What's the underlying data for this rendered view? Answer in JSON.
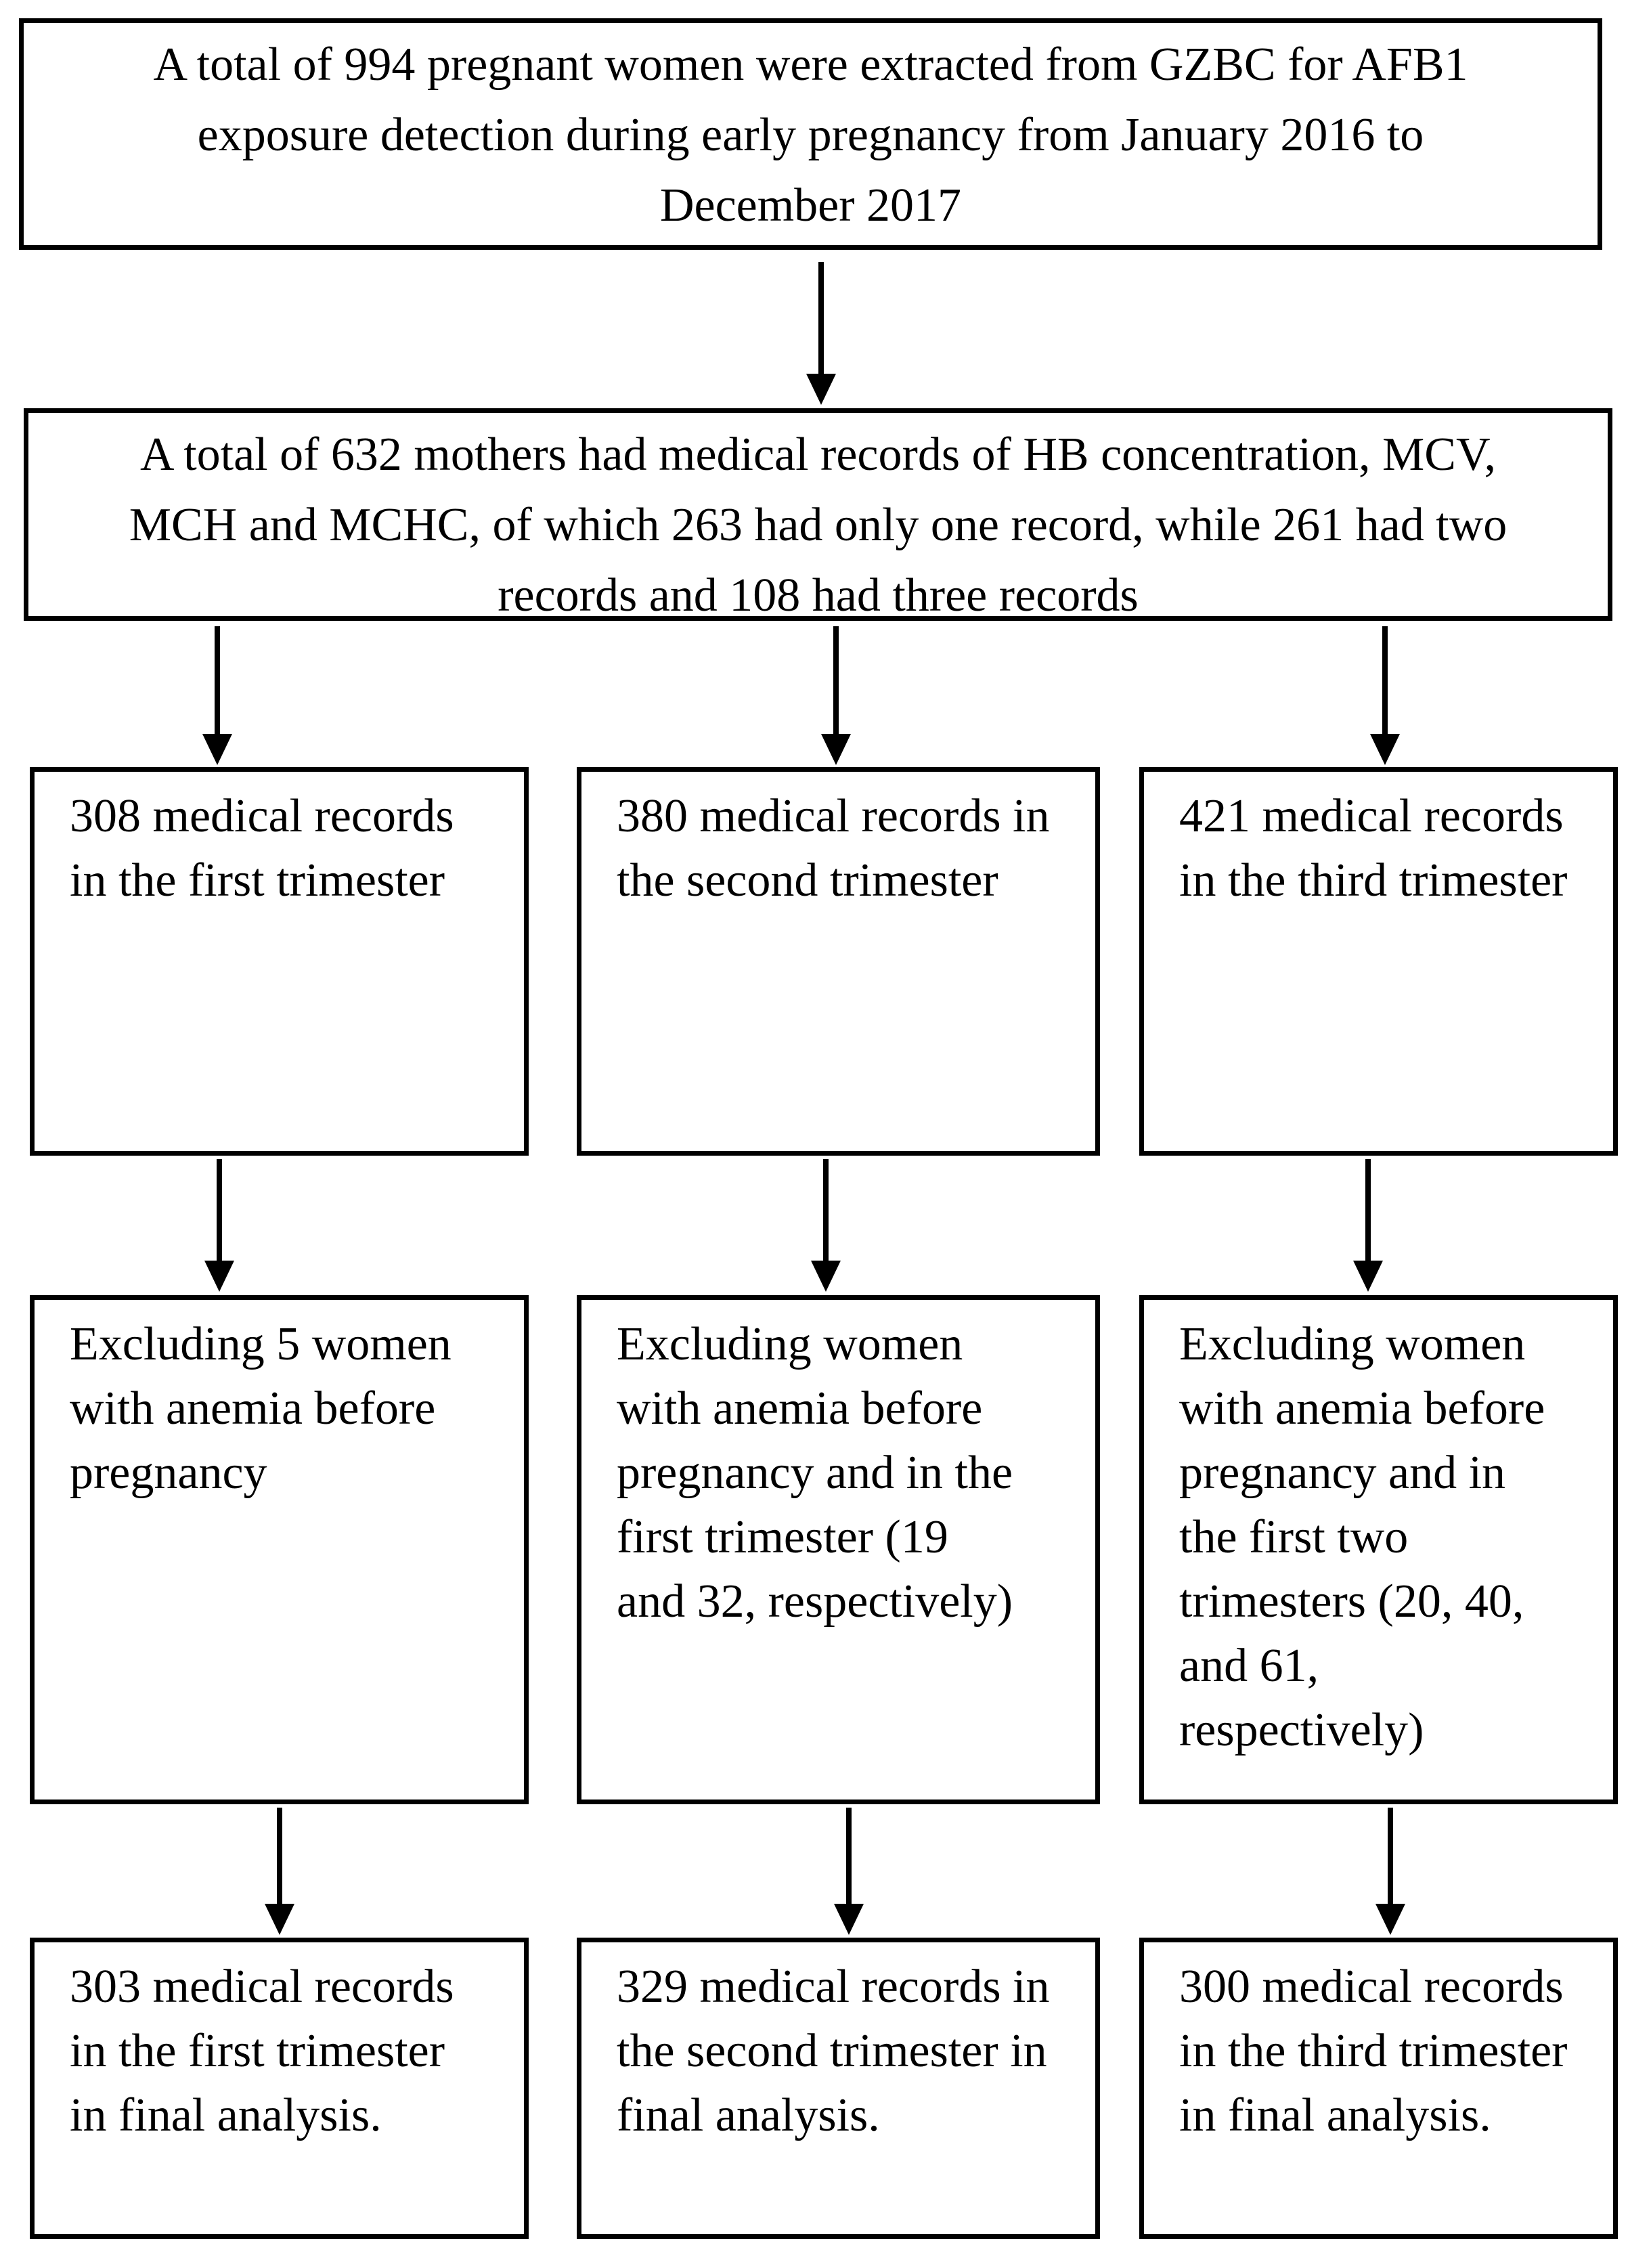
{
  "colors": {
    "ink": "#000000",
    "background": "#ffffff"
  },
  "flowchart": {
    "enrollment": {
      "text": "A total of 994 pregnant women were extracted from GZBC for AFB1\nexposure detection during early pregnancy from January 2016 to\nDecember 2017"
    },
    "records_summary": {
      "text": "A total of 632 mothers had medical records of HB concentration, MCV,\nMCH and MCHC, of which 263 had only one record, while 261 had two\nrecords and 108 had three records"
    },
    "trimester1": {
      "records": "308 medical records\nin the first trimester",
      "excluding": "Excluding 5 women\nwith anemia before\npregnancy",
      "final": "303 medical records\nin the first trimester\nin final analysis."
    },
    "trimester2": {
      "records": "380 medical records in\nthe second trimester",
      "excluding": "Excluding women\nwith anemia before\npregnancy and in the\nfirst trimester (19\nand 32, respectively)",
      "final": "329 medical records in\nthe second trimester in\nfinal analysis."
    },
    "trimester3": {
      "records": "421 medical records\nin the third trimester",
      "excluding": "Excluding women\nwith anemia before\npregnancy and in\nthe first two\ntrimesters (20, 40,\nand 61,\nrespectively)",
      "final": "300 medical records\nin the third trimester\nin final analysis."
    }
  }
}
